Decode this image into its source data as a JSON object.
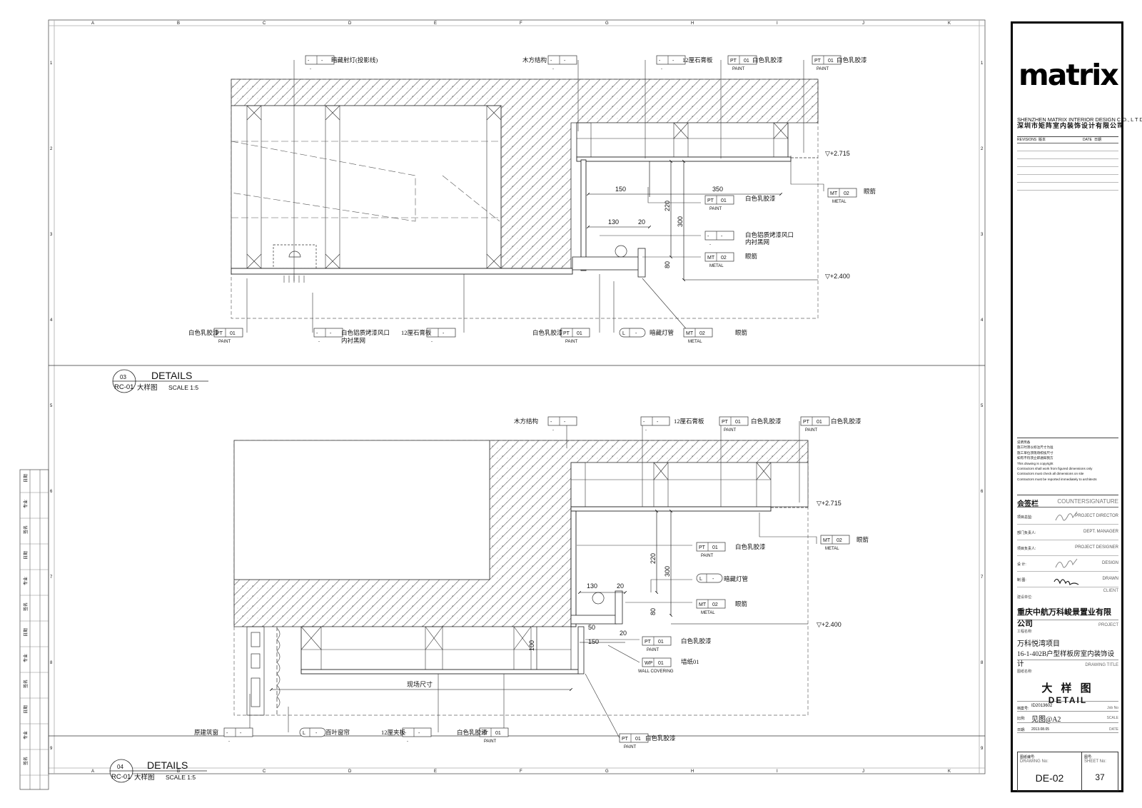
{
  "sheet": {
    "grid_columns": [
      "A",
      "B",
      "C",
      "D",
      "E",
      "F",
      "G",
      "H",
      "I",
      "J",
      "K"
    ],
    "grid_rows": [
      "1",
      "2",
      "3",
      "4",
      "5",
      "6",
      "7",
      "8",
      "9"
    ]
  },
  "detail_top": {
    "number": "03",
    "ref": "RC-01",
    "title": "DETAILS",
    "subtitle": "大样图",
    "scale": "SCALE   1:5",
    "level_upper": "▽+2.715",
    "level_lower": "▽+2.400",
    "dims": [
      "150",
      "350",
      "220",
      "300",
      "130",
      "20",
      "80"
    ],
    "labels": {
      "t1": "暗藏射灯(投影线)",
      "t2": "木方结构",
      "t3": "12厘石膏板",
      "t4": "白色乳胶漆",
      "t5": "白色乳胶漆",
      "r1": "眼箭",
      "r2": "白色乳胶漆",
      "r3a": "白色铝质烤漆风口",
      "r3b": "内衬黑网",
      "r4": "眼箭",
      "b1": "白色乳胶漆",
      "b2a": "白色铝质烤漆风口",
      "b2b": "内衬黑网",
      "b3": "12厘石膏板",
      "b4": "白色乳胶漆",
      "b5": "暗藏灯管",
      "b6": "眼箭"
    }
  },
  "detail_bottom": {
    "number": "04",
    "ref": "RC-01",
    "title": "DETAILS",
    "subtitle": "大样图",
    "scale": "SCALE   1:5",
    "level_upper": "▽+2.715",
    "level_lower": "▽+2.400",
    "dims": [
      "220",
      "300",
      "130",
      "20",
      "80",
      "150",
      "100",
      "50",
      "20"
    ],
    "site_dim": "现场尺寸",
    "labels": {
      "t1": "木方结构",
      "t2": "12厘石膏板",
      "t3": "白色乳胶漆",
      "t4": "白色乳胶漆",
      "r1": "眼箭",
      "r2": "白色乳胶漆",
      "r3": "暗藏灯管",
      "r4": "眼箭",
      "r5": "白色乳胶漆",
      "r6": "墙纸01",
      "b1": "原建筑窗",
      "b2": "百叶窗帘",
      "b3": "12厘夹板",
      "b4": "白色乳胶漆",
      "b5": "白色乳胶漆"
    }
  },
  "tags": {
    "paint_code": "PT",
    "paint_num": "01",
    "paint_en": "PAINT",
    "metal_code": "MT",
    "metal_num": "02",
    "metal_en": "METAL",
    "light_code": "L",
    "wall_code": "WP",
    "wall_num": "01",
    "wall_en": "WALL COVERING",
    "dash": "-"
  },
  "title_block": {
    "logo": "matrix",
    "company_en": "SHENZHEN MATRIX INTERIOR DESIGN  C O., L T D",
    "company_cn": "深圳市矩阵室内装饰设计有限公司",
    "rev_label": "REVISIONS",
    "rev_cn": "版本",
    "date_label": "DATE",
    "date_cn": "日期",
    "notes": [
      "说明另备",
      "施工时须以标注尺寸为准",
      "施工单位须现场校核尺寸",
      "如有不符须立即通知我方",
      "This drawing is copyright",
      "Contractors shall work from figured dimensions only",
      "Contractors must check all dimensions on site",
      "Contractors must be reported immediately to architects"
    ],
    "countersign_cn": "会签栏",
    "countersign_en": "COUNTERSIGNATURE",
    "signatures": [
      {
        "cn": "项目总监:",
        "en": "PROJECT DIRECTOR"
      },
      {
        "cn": "部门负责人:",
        "en": "DEPT. MANAGER"
      },
      {
        "cn": "项目负责人:",
        "en": "PROJECT DESIGNER"
      },
      {
        "cn": "设    计:",
        "en": "DESIGN"
      },
      {
        "cn": "制    图:",
        "en": "DRAWN"
      }
    ],
    "client_label": "建设单位:",
    "client_en": "CLIENT",
    "client_name": "重庆中航万科峻景置业有限公司",
    "project_label": "工程名称:",
    "project_en": "PROJECT",
    "project_line1": "万科悦湾项目",
    "project_line2": "16-1-402B户型样板房室内装饰设计",
    "drawing_title_label": "图纸名称:",
    "drawing_title_en": "DRAWING TITLE",
    "drawing_title_cn": "大 样 图",
    "drawing_title_en_big": "DETAIL",
    "job_label": "档案号:",
    "job_no": "ID2013602",
    "job_en": "Job No",
    "scale_label": "比例:",
    "scale_value": "见图@A2",
    "scale_en": "SCALE",
    "date_row_label": "日期:",
    "date_value": "2013.08.05",
    "date_row_en": "DATE",
    "drawing_no_cn": "图纸编号:",
    "drawing_no_en": "DRAWING No:",
    "drawing_no": "DE-02",
    "sheet_no_cn": "图号:",
    "sheet_no_en": "SHEET No:",
    "sheet_no": "37"
  },
  "side_stamp": [
    "日期",
    "专业",
    "签名",
    "日期",
    "专业",
    "签名",
    "日期",
    "专业",
    "签名",
    "日期",
    "专业",
    "签名"
  ]
}
